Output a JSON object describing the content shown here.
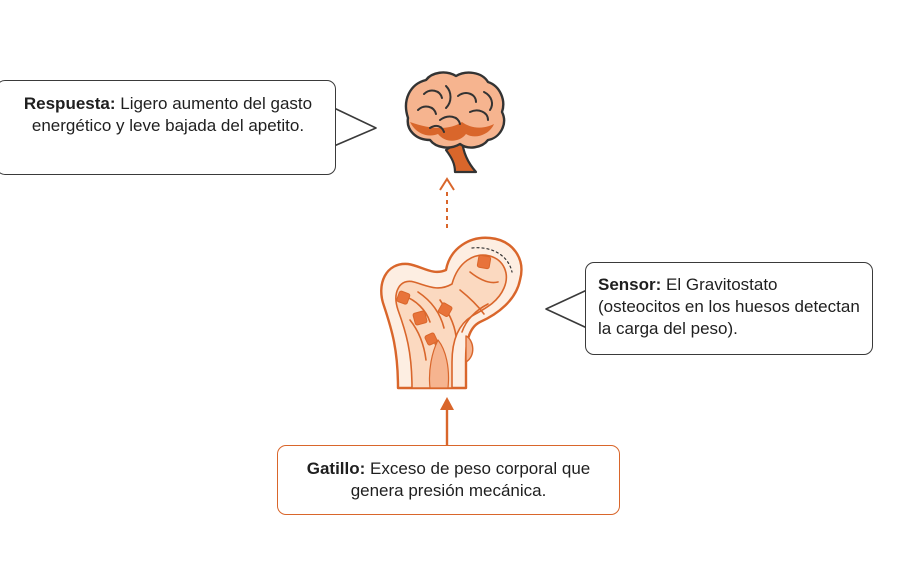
{
  "respuesta": {
    "label": "Respuesta:",
    "text": " Ligero aumento del gasto energético y leve bajada del apetito."
  },
  "sensor": {
    "label": "Sensor:",
    "text": " El Gravitostato (osteocitos en los huesos detectan la carga del peso)."
  },
  "gatillo": {
    "label": "Gatillo:",
    "text": " Exceso de peso corporal que genera presión mecánica."
  },
  "icons": {
    "top": "brain-icon",
    "middle": "femur-bone-icon"
  },
  "colors": {
    "accent": "#d9662b",
    "accent_light": "#fbd9c0",
    "outline": "#3a3a3a"
  }
}
